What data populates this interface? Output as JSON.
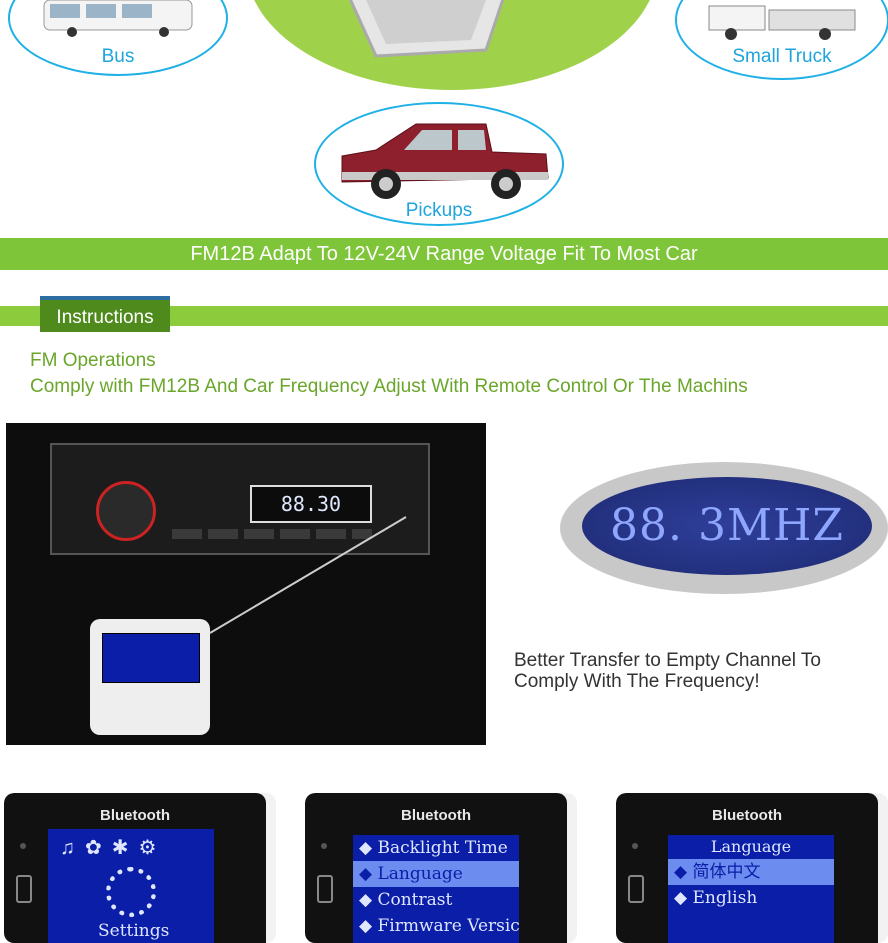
{
  "vehicles": {
    "bus": "Bus",
    "small_truck": "Small Truck",
    "pickups": "Pickups"
  },
  "banner": {
    "text": "FM12B Adapt To 12V-24V Range Voltage Fit To Most Car"
  },
  "section": {
    "title": "Instructions"
  },
  "fm": {
    "heading": "FM Operations",
    "description": "Comply with FM12B And Car Frequency Adjust With Remote Control Or The Machins",
    "radio_display": "88.30",
    "zoom_display": "88. 3MHZ",
    "note_line1": "Better Transfer to Empty Channel To",
    "note_line2": "Comply With The Frequency!"
  },
  "devices": [
    {
      "brand": "Bluetooth",
      "label": "Settings"
    },
    {
      "brand": "Bluetooth",
      "items": [
        "Backlight Time",
        "Language",
        "Contrast",
        "Firmware Versic"
      ],
      "selected": "Language"
    },
    {
      "brand": "Bluetooth",
      "title": "Language",
      "items": [
        "简体中文",
        "English"
      ]
    }
  ],
  "colors": {
    "accent_green": "#7fc53a",
    "dark_green": "#4e8a1c",
    "vehicle_blue": "#1fa4dc",
    "lcd_blue": "#0a1ea8"
  }
}
